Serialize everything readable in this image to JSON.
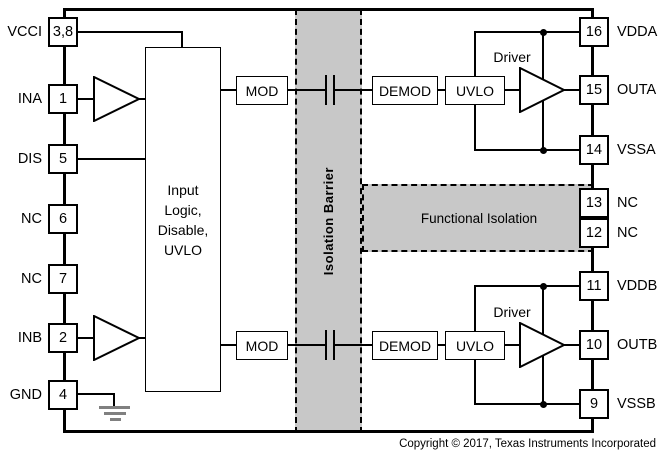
{
  "diagram": {
    "left_pins": [
      {
        "name": "VCCI",
        "pin": "3,8"
      },
      {
        "name": "INA",
        "pin": "1"
      },
      {
        "name": "DIS",
        "pin": "5"
      },
      {
        "name": "NC",
        "pin": "6"
      },
      {
        "name": "NC",
        "pin": "7"
      },
      {
        "name": "INB",
        "pin": "2"
      },
      {
        "name": "GND",
        "pin": "4"
      }
    ],
    "right_pins": [
      {
        "pin": "16",
        "name": "VDDA"
      },
      {
        "pin": "15",
        "name": "OUTA"
      },
      {
        "pin": "14",
        "name": "VSSA"
      },
      {
        "pin": "13",
        "name": "NC"
      },
      {
        "pin": "12",
        "name": "NC"
      },
      {
        "pin": "11",
        "name": "VDDB"
      },
      {
        "pin": "10",
        "name": "OUTB"
      },
      {
        "pin": "9",
        "name": "VSSB"
      }
    ],
    "input_logic_block": "Input\nLogic,\nDisable,\nUVLO",
    "isolation_barrier_label": "Isolation Barrier",
    "functional_isolation_label": "Functional Isolation",
    "channels": [
      {
        "id": "A",
        "mod": "MOD",
        "demod": "DEMOD",
        "uvlo": "UVLO",
        "driver": "Driver"
      },
      {
        "id": "B",
        "mod": "MOD",
        "demod": "DEMOD",
        "uvlo": "UVLO",
        "driver": "Driver"
      }
    ],
    "copyright": "Copyright © 2017, Texas Instruments Incorporated",
    "colors": {
      "isolation_fill": "#c8c8c8",
      "line": "#000000",
      "ground_symbol": "#808080"
    }
  }
}
